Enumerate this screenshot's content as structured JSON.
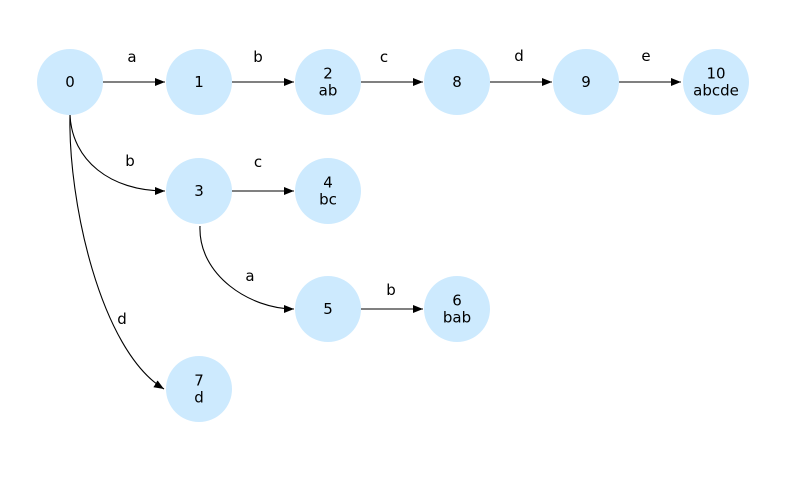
{
  "diagram": {
    "node_fill": "#cdeafe",
    "edge_color": "#000000",
    "nodes": [
      {
        "id": "0",
        "lines": [
          "0"
        ]
      },
      {
        "id": "1",
        "lines": [
          "1"
        ]
      },
      {
        "id": "2",
        "lines": [
          "2",
          "ab"
        ]
      },
      {
        "id": "8",
        "lines": [
          "8"
        ]
      },
      {
        "id": "9",
        "lines": [
          "9"
        ]
      },
      {
        "id": "10",
        "lines": [
          "10",
          "abcde"
        ]
      },
      {
        "id": "3",
        "lines": [
          "3"
        ]
      },
      {
        "id": "4",
        "lines": [
          "4",
          "bc"
        ]
      },
      {
        "id": "5",
        "lines": [
          "5"
        ]
      },
      {
        "id": "6",
        "lines": [
          "6",
          "bab"
        ]
      },
      {
        "id": "7",
        "lines": [
          "7",
          "d"
        ]
      }
    ],
    "edges": [
      {
        "from": "0",
        "to": "1",
        "label": "a"
      },
      {
        "from": "1",
        "to": "2",
        "label": "b"
      },
      {
        "from": "2",
        "to": "8",
        "label": "c"
      },
      {
        "from": "8",
        "to": "9",
        "label": "d"
      },
      {
        "from": "9",
        "to": "10",
        "label": "e"
      },
      {
        "from": "0",
        "to": "3",
        "label": "b"
      },
      {
        "from": "3",
        "to": "4",
        "label": "c"
      },
      {
        "from": "3",
        "to": "5",
        "label": "a"
      },
      {
        "from": "5",
        "to": "6",
        "label": "b"
      },
      {
        "from": "0",
        "to": "7",
        "label": "d"
      }
    ]
  }
}
